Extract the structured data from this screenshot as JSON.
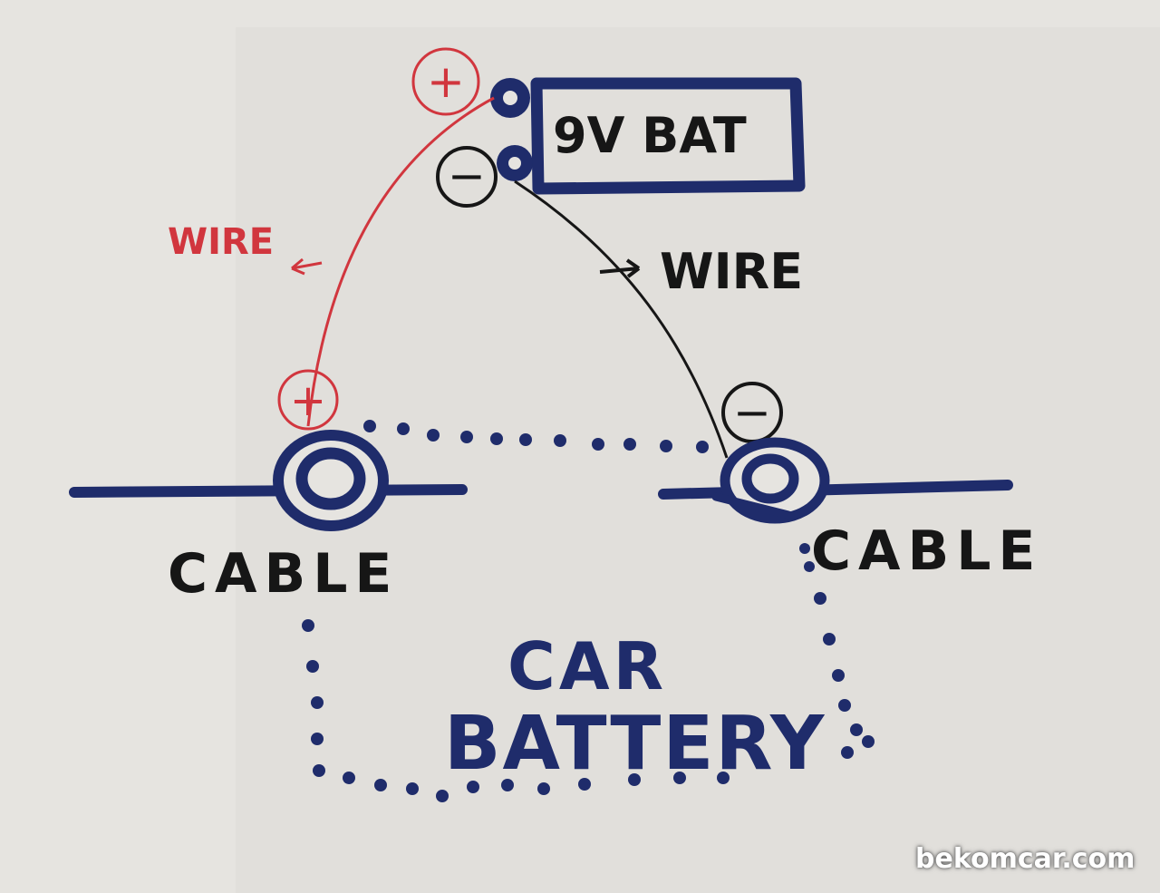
{
  "labels": {
    "battery_9v": "9V BAT",
    "wire_left": "WIRE",
    "wire_right": "WIRE",
    "cable_left": "CABLE",
    "cable_right": "CABLE",
    "car_line1": "CAR",
    "car_line2": "BATTERY"
  },
  "symbols": {
    "plus_top": "+",
    "minus_top": "−",
    "plus_bottom": "+",
    "minus_bottom": "−"
  },
  "watermark": "bekomcar.com",
  "colors": {
    "red_ink": "#d1363e",
    "blue_ink": "#1f2c6b",
    "black_ink": "#161616"
  }
}
